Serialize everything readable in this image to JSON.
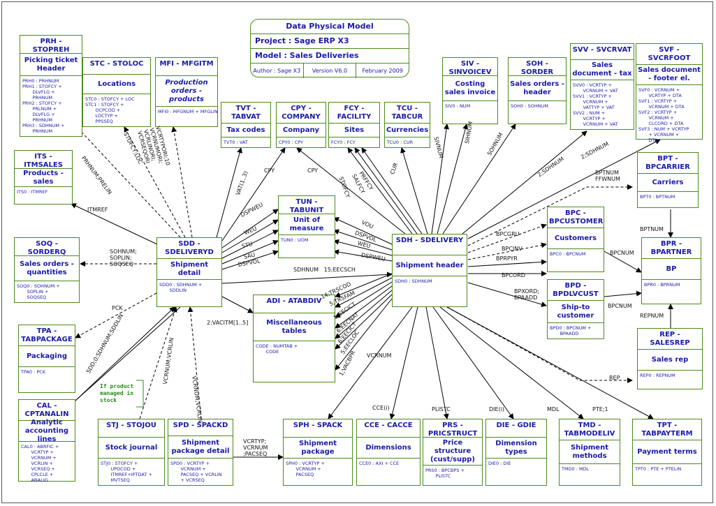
{
  "title": {
    "heading": "Data Physical Model",
    "project": "Project : Sage ERP X3",
    "model": "Model   : Sales Deliveries",
    "author": "Author : Sage  X3",
    "version": "Version V6.0",
    "date": "February 2009"
  },
  "entities": {
    "prh": {
      "header": "PRH - STOPREH",
      "title": "Picking ticket Header",
      "index": "PRH0 : PRHNUM\nPRH1 : STOFCY +\n       DLVFLG +\n       PRHNUM\nPRH2 : STOFCY +\n       PRLNUM +\n       DLVFLG +\n       PRHNUM\nPRH3 : SDHNUM +\n       PRHNUM"
    },
    "stc": {
      "header": "STC - STOLOC",
      "title": "Locations",
      "index": "STC0 : STOFCY + LOC\nSTC1 : STOFCY +\n       OCPCOD +\n       LOCTYP +\n       PPSSEQ"
    },
    "mfi": {
      "header": "MFI - MFGITM",
      "title": "Production orders - products",
      "index": "MFI0 : MFGNUM + MFGLIN"
    },
    "tvt": {
      "header": "TVT - TABVAT",
      "title": "Tax codes",
      "index": "TVT0 : VAT"
    },
    "cpy": {
      "header": "CPY - COMPANY",
      "title": "Company",
      "index": "CPY0 : CPY"
    },
    "fcy": {
      "header": "FCY - FACILITY",
      "title": "Sites",
      "index": "FCY0 : FCY"
    },
    "tcu": {
      "header": "TCU - TABCUR",
      "title": "Currencies",
      "index": "TCU0 : CUR"
    },
    "siv": {
      "header": "SIV - SINVOICEV",
      "title": "Costing sales invoice",
      "index": "SIV0 : NUM"
    },
    "soh": {
      "header": "SOH - SORDER",
      "title": "Sales orders - header",
      "index": "SOH0 : SOHNUM"
    },
    "svv": {
      "header": "SVV - SVCRVAT",
      "title": "Sales document - tax",
      "index": "SVV0 : VCRTYP +\n       VCRNUM + VAT\nSVV1 : VCRTYP +\n       VCRNUM +\n       VATTYP + VAT\nSVV2 : NUM +\n       VCRTYP +\n       VCRNUM + VAT"
    },
    "svf": {
      "header": "SVF - SVCRFOOT",
      "title": "Sales document - footer el.",
      "index": "SVF0 : VCRNUM +\n       VCRTYP + DTA\nSVF1 : VCRTYP +\n       VCRNUM + DTA\nSVF2 : VCRTYP +\n       VCRNUM +\n       CLCORD + DTA\nSVF3 : NUM + VCRTYP\n       + VCRNUM +\n       DTA"
    },
    "its": {
      "header": "ITS - ITMSALES",
      "title": "Products - sales",
      "index": "ITS0 : ITMREF"
    },
    "bpt": {
      "header": "BPT - BPCARRIER",
      "title": "Carriers",
      "index": "BPT0 : BPTNUM"
    },
    "tun": {
      "header": "TUN - TABUNIT",
      "title": "Unit of measure",
      "index": "TUN0 : UOM"
    },
    "soq": {
      "header": "SOQ - SORDERQ",
      "title": "Sales orders - quantities",
      "index": "SOQ0 : SOHNUM +\n       SOPLIN +\n       SOQSEQ"
    },
    "sdd": {
      "header": "SDD - SDELIVERYD",
      "title": "Shipment detail",
      "index": "SDD0 : SDHNUM +\n       SDDLIN"
    },
    "sdh": {
      "header": "SDH - SDELIVERY",
      "title": "Shipment header",
      "index": "SDH0 : SDHNUM"
    },
    "bpc": {
      "header": "BPC - BPCUSTOMER",
      "title": "Customers",
      "index": "BPC0 : BPCNUM"
    },
    "bpr": {
      "header": "BPR - BPARTNER",
      "title": "BP",
      "index": "BPR0 : BPRNUM"
    },
    "adi": {
      "header": "ADI - ATABDIV",
      "title": "Miscellaneous tables",
      "index": "CODE : NUMTAB +\n       CODE"
    },
    "bpd": {
      "header": "BPD - BPDLVCUST",
      "title": "Ship-to customer",
      "index": "BPD0 : BPCNUM +\n       BPAADD"
    },
    "tpa": {
      "header": "TPA - TABPACKAGE",
      "title": "Packaging",
      "index": "TPA0 : PCK"
    },
    "rep": {
      "header": "REP - SALESREP",
      "title": "Sales rep",
      "index": "REP0 : REPNUM"
    },
    "cal": {
      "header": "CAL - CPTANALIN",
      "title": "Analytic accounting lines",
      "index": "CAL0 : ABRFIC +\n       VCRTYP +\n       VCRNUM +\n       VCRLIN +\n       VCRSEQ +\n       CPLCLE +\n       ANALIG"
    },
    "stj": {
      "header": "STJ - STOJOU",
      "title": "Stock journal",
      "index": "STJ0 : STOFCY +\n       UPDCOD +\n       ITMREF+IPTDAT +\n       MVTSEQ"
    },
    "spd": {
      "header": "SPD - SPACKD",
      "title": "Shipment package detail",
      "index": "SPD0 : VCRTYP +\n       VCRNUM +\n       PACSEQ + VCRLIN\n       + VCRSEQ"
    },
    "sph": {
      "header": "SPH - SPACK",
      "title": "Shipment package",
      "index": "SPH0 : VCRTYP +\n       VCRNUM +\n       PACSEQ"
    },
    "cce": {
      "header": "CCE - CACCE",
      "title": "Dimensions",
      "index": "CCE0 : AXI + CCE"
    },
    "prs": {
      "header": "PRS - PRICSTRUCT",
      "title": "Price structure (cust/supp)",
      "index": "PRS0 : BPCBPS +\n       PLISTC"
    },
    "die": {
      "header": "DIE - GDIE",
      "title": "Dimension types",
      "index": "DIE0 : DIE"
    },
    "tmd": {
      "header": "TMD - TABMODELIV",
      "title": "Shipment methods",
      "index": "TMD0 : MDL"
    },
    "tpt": {
      "header": "TPT - TABPAYTERM",
      "title": "Payment terms",
      "index": "TPT0 : PTE + PTELIN"
    }
  },
  "links": {
    "prhnum_prelin": "PRHNUM;PRELIN",
    "stofcyloc": "STOFCY;LOC",
    "mfi_link": "VCRTYPORI;10\nVCRNUMORI;\nVCRLINORI;\nVCRSEQORI",
    "vat": "VAT(1..3)",
    "cpy1": "CPY",
    "cpy2": "CPY",
    "stofcy": "STOFCY",
    "salfcy": "SALFCY",
    "preset": "PRFFCY",
    "cur": "CUR",
    "sivnum": "SIVNUM",
    "sdhnum_siv": "SIHNUM",
    "sohnum": "SOHNUM",
    "sdhnum2": "2;SDHNUM",
    "sdhnum2b": "2;SDHNUM",
    "bptnum": "BPTNUM\nFFWNUM",
    "itmref": "ITMREF",
    "dspweu": "DSPWEU",
    "weu": "WEU",
    "stu": "STU",
    "sau": "SAU",
    "dspvol": "DSPVOL",
    "vou": "VOU",
    "dspweu2": "DSPVOL",
    "weu2": "WEU",
    "dspvou": "DSPWEU",
    "sohnum_soq": "SOHNUM;\nSOPLIN;\nSOQSEQ",
    "sdhnum_eecsch": "SDHNUM   15;EECSCH",
    "adi_trscod": "14;TRSCOD",
    "adi_trsfam": "5;TRSFAM",
    "eecict": "5;EECICT",
    "eecnat": "6;EECNAT",
    "eecict2": "6;EECICT",
    "eeclt": "5;EECLOC",
    "vacbpr": "1;VACBPR",
    "vacitm": "2;VACITM[1..5]",
    "pck": "PCK",
    "bpcgru": "BPCGRU",
    "bpcinv": "BPCINV",
    "bprpyr": "BPRPYR",
    "bpcord": "BPCORD",
    "bpxord": "BPXORD;\nBPAADD",
    "bpcnum1": "BPCNUM",
    "bpcnum2": "BPCNUM",
    "bptnum2": "BPTNUM",
    "repnum": "REPNUM",
    "rep": "REP",
    "sdd_cal": "SDD;0;SDHNUM;SDDLIN",
    "vcrnum_stj": "VCRNUM;VCRLIN",
    "vcrnum_spd": "VCRNUM;VCRLIN",
    "vcrtyp": "VCRTYP;\nVCRNUM\n;PACSEQ",
    "vcrnum": "VCRNUM",
    "cce": "CCE(i)",
    "plistc": "PLISTC",
    "die": "DIE(i)",
    "mdl": "MDL",
    "pte": "PTE;1"
  },
  "note": "If product\nmanaged in\nstock"
}
